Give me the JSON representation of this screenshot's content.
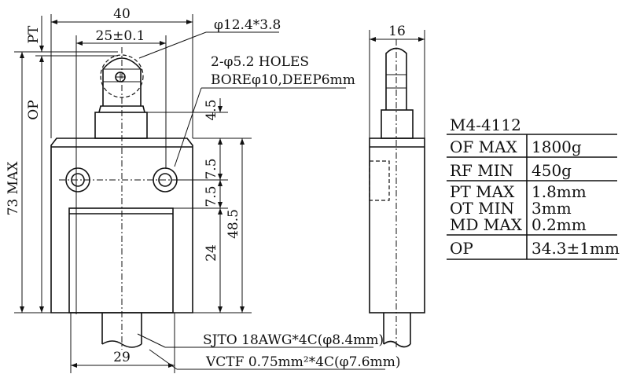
{
  "front_view": {
    "dim_width": "40",
    "dim_hole_spacing": "25±0.1",
    "roller_note": "φ12.4*3.8",
    "holes_note_line1": "2-φ5.2  HOLES",
    "holes_note_line2": "BOREφ10,DEEP6mm",
    "dim_pt": "PT",
    "dim_op": "OP",
    "dim_height": "73  MAX",
    "dim_4_5": "4.5",
    "dim_7_5_a": "7.5",
    "dim_7_5_b": "7.5",
    "dim_24": "24",
    "dim_48_5": "48.5",
    "dim_bottom": "29",
    "cable_note_line1": "SJTO 18AWG*4C(φ8.4mm)",
    "cable_note_line2": "VCTF 0.75mm²*4C(φ7.6mm)"
  },
  "side_view": {
    "dim_width": "16"
  },
  "spec_table": {
    "model": "M4-4112",
    "rows": [
      {
        "label": "OF  MAX",
        "value": "1800g"
      },
      {
        "label": "RF  MIN",
        "value": "450g"
      },
      {
        "label": "PT  MAX",
        "value": "1.8mm"
      },
      {
        "label": "OT  MIN",
        "value": "3mm"
      },
      {
        "label": "MD  MAX",
        "value": "0.2mm"
      },
      {
        "label": "OP",
        "value": "34.3±1mm"
      }
    ]
  }
}
